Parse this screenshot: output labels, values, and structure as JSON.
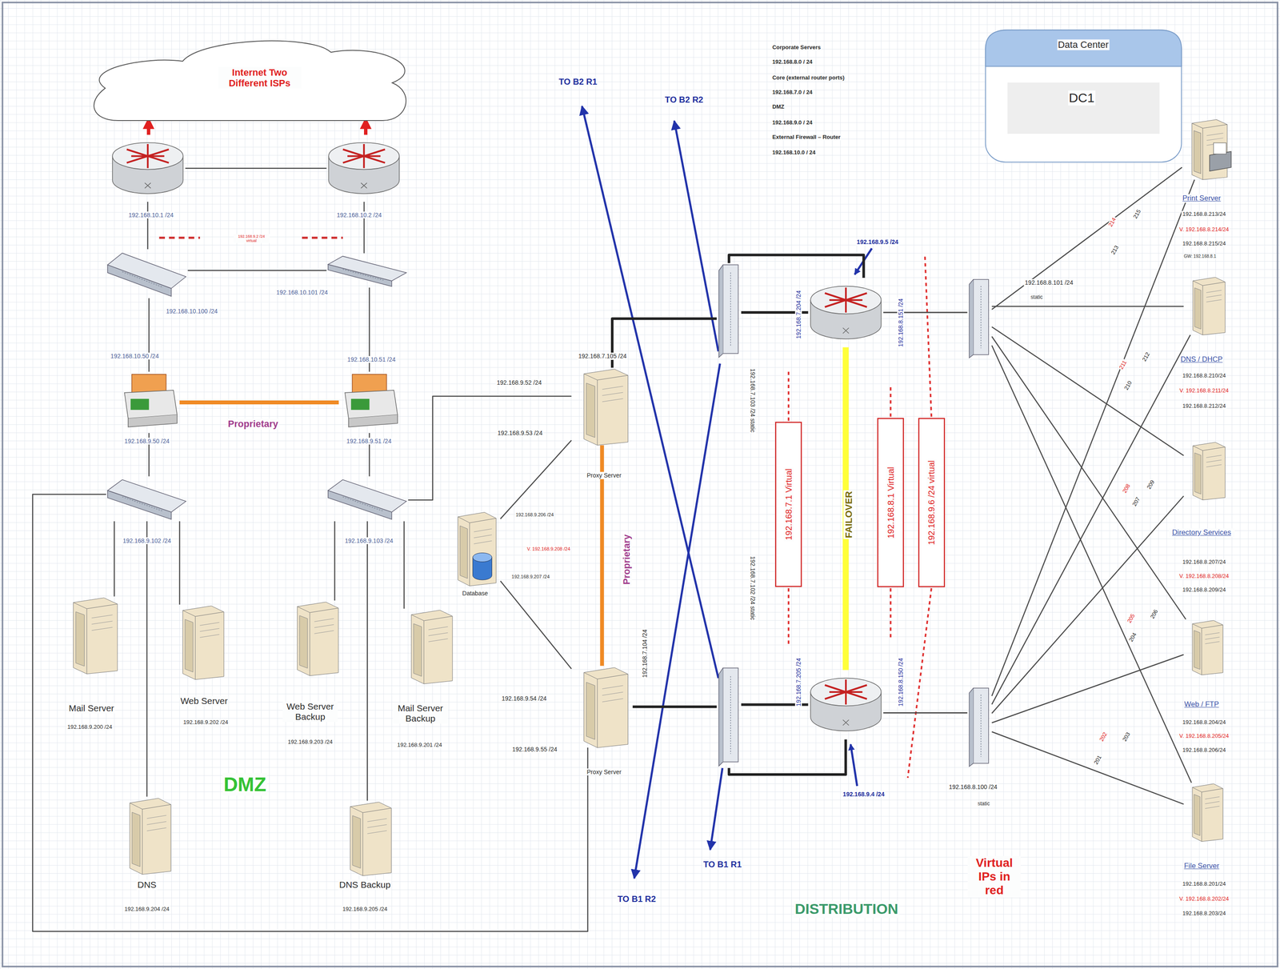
{
  "diagram": {
    "nodes": [
      {
        "text": [
          "Internet Two Different ISPs"
        ]
      },
      {
        "text": [
          "192.168.10.1 /24"
        ]
      },
      {
        "text": [
          "192.168.10.2 /24"
        ]
      },
      {
        "text": [
          "192.168.10.100 /24"
        ]
      },
      {
        "text": [
          "192.168.10.101 /24"
        ]
      },
      {
        "text": [
          "192.168.10.50 /24",
          "192.168.9.50 /24"
        ]
      },
      {
        "text": [
          "192.168.10.51 /24",
          "192.168.9.51 /24"
        ]
      },
      {
        "text": [
          "192.168.9.102 /24"
        ]
      },
      {
        "text": [
          "192.168.9.103 /24"
        ]
      },
      {
        "text": [
          "Mail Server",
          "192.168.9.200 /24"
        ]
      },
      {
        "text": [
          "Web Server",
          "192.168.9.202 /24"
        ]
      },
      {
        "text": [
          "Web Server Backup",
          "192.168.9.203 /24"
        ]
      },
      {
        "text": [
          "Mail Server Backup",
          "192.168.9.201 /24"
        ]
      },
      {
        "text": [
          "DNS",
          "192.168.9.204 /24"
        ]
      },
      {
        "text": [
          "DNS Backup",
          "192.168.9.205 /24"
        ]
      },
      {
        "text": [
          "192.168.7.105 /24",
          "192.168.9.52 /24",
          "192.168.9.53 /24",
          "Proxy Server"
        ]
      },
      {
        "text": [
          "192.168.9.206 /24",
          "V. 192.168.9.208 /24",
          "192.168.9.207 /24",
          "Database"
        ]
      },
      {
        "text": [
          "192.168.9.54 /24",
          "192.168.9.55 /24",
          "192.168.7.104 /24",
          "Proxy Server"
        ]
      },
      {
        "text": [
          "192.168.7.103 /24 static"
        ]
      },
      {
        "text": [
          "192.168.7.102 /24 static"
        ]
      },
      {
        "text": [
          "192.168.9.5 /24",
          "192.168.7.204 /24",
          "192.168.8.151 /24"
        ]
      },
      {
        "text": [
          "192.168.7.205 /24",
          "192.168.8.150 /24",
          "192.168.9.4 /24"
        ]
      },
      {
        "text": [
          "192.168.7.1 Virtual"
        ]
      },
      {
        "text": [
          "192.168.8.1 Virtual"
        ]
      },
      {
        "text": [
          "192.168.9.6 /24 virtual"
        ]
      },
      {
        "text": [
          "192.168.8.101 /24",
          "static"
        ]
      },
      {
        "text": [
          "192.168.8.100 /24",
          "static"
        ]
      },
      {
        "text": [
          "Data Center",
          "DC1"
        ]
      },
      {
        "text": [
          "Print Server",
          "192.168.8.213/24",
          "V. 192.168.8.214/24",
          "192.168.8.215/24",
          "GW: 192.168.8.1"
        ]
      },
      {
        "text": [
          "DNS / DHCP",
          "192.168.8.210/24",
          "V. 192.168.8.211/24",
          "192.168.8.212/24"
        ]
      },
      {
        "text": [
          "Directory Services",
          "192.168.8.207/24",
          "V. 192.168.8.208/24",
          "192.168.8.209/24"
        ]
      },
      {
        "text": [
          "Web / FTP",
          "192.168.8.204/24",
          "V. 192.168.8.205/24",
          "192.168.8.206/24"
        ]
      },
      {
        "text": [
          "File Server",
          "192.168.8.201/24",
          "V. 192.168.8.202/24",
          "192.168.8.203/24"
        ]
      }
    ],
    "edges": [
      {
        "from": 1,
        "to": 0,
        "arrow": "to"
      },
      {
        "from": 2,
        "to": 0,
        "arrow": "to"
      },
      {
        "from": 1,
        "to": 2,
        "arrow": "none"
      },
      {
        "from": 1,
        "to": 3,
        "arrow": "none"
      },
      {
        "from": 2,
        "to": 4,
        "arrow": "none"
      },
      {
        "from": 3,
        "to": 4,
        "arrow": "none"
      },
      {
        "from": 3,
        "to": 5,
        "arrow": "none"
      },
      {
        "from": 4,
        "to": 6,
        "arrow": "none"
      },
      {
        "from": 5,
        "to": 6,
        "arrow": "none",
        "label": "Proprietary"
      },
      {
        "from": 5,
        "to": 7,
        "arrow": "none"
      },
      {
        "from": 6,
        "to": 8,
        "arrow": "none"
      },
      {
        "from": 7,
        "to": 9,
        "arrow": "none"
      },
      {
        "from": 7,
        "to": 10,
        "arrow": "none"
      },
      {
        "from": 8,
        "to": 11,
        "arrow": "none"
      },
      {
        "from": 8,
        "to": 12,
        "arrow": "none"
      },
      {
        "from": 7,
        "to": 13,
        "arrow": "none"
      },
      {
        "from": 8,
        "to": 14,
        "arrow": "none"
      },
      {
        "from": 8,
        "to": 15,
        "arrow": "none"
      },
      {
        "from": 7,
        "to": 17,
        "arrow": "none"
      },
      {
        "from": 15,
        "to": 16,
        "arrow": "none"
      },
      {
        "from": 17,
        "to": 16,
        "arrow": "none"
      },
      {
        "from": 15,
        "to": 17,
        "arrow": "none",
        "label": "Proprietary"
      },
      {
        "from": 15,
        "to": 18,
        "arrow": "none"
      },
      {
        "from": 17,
        "to": 19,
        "arrow": "none"
      },
      {
        "from": 18,
        "to": 20,
        "arrow": "none"
      },
      {
        "from": 18,
        "to": 20,
        "arrow": "none"
      },
      {
        "from": 19,
        "to": 21,
        "arrow": "none"
      },
      {
        "from": 19,
        "to": 21,
        "arrow": "none"
      },
      {
        "from": 20,
        "to": 21,
        "arrow": "none",
        "label": "FAILOVER"
      },
      {
        "from": 20,
        "to": 25,
        "arrow": "none"
      },
      {
        "from": 21,
        "to": 26,
        "arrow": "none"
      },
      {
        "from": 25,
        "to": 28,
        "arrow": "none"
      },
      {
        "from": 25,
        "to": 29,
        "arrow": "none"
      },
      {
        "from": 25,
        "to": 30,
        "arrow": "none"
      },
      {
        "from": 25,
        "to": 31,
        "arrow": "none"
      },
      {
        "from": 25,
        "to": 32,
        "arrow": "none"
      },
      {
        "from": 26,
        "to": 28,
        "arrow": "none"
      },
      {
        "from": 26,
        "to": 29,
        "arrow": "none"
      },
      {
        "from": 26,
        "to": 30,
        "arrow": "none"
      },
      {
        "from": 26,
        "to": 31,
        "arrow": "none"
      },
      {
        "from": 26,
        "to": 32,
        "arrow": "none"
      }
    ],
    "labels": [
      "TO B2 R1",
      "TO B2 R2",
      "Corporate Servers",
      "192.168.8.0 / 24",
      "Core (external router ports)",
      "192.168.7.0 / 24",
      "DMZ",
      "192.168.9.0 / 24",
      "External Firewall – Router",
      "192.168.10.0 / 24",
      "192.168.9.2 /24 virtual",
      "214",
      "215",
      "213",
      "211",
      "212",
      "210",
      "208",
      "209",
      "207",
      "205",
      "206",
      "204",
      "202",
      "203",
      "201",
      "DMZ",
      "TO B1 R1",
      "TO B1 R2",
      "DISTRIBUTION",
      "Virtual IPs in red"
    ]
  }
}
